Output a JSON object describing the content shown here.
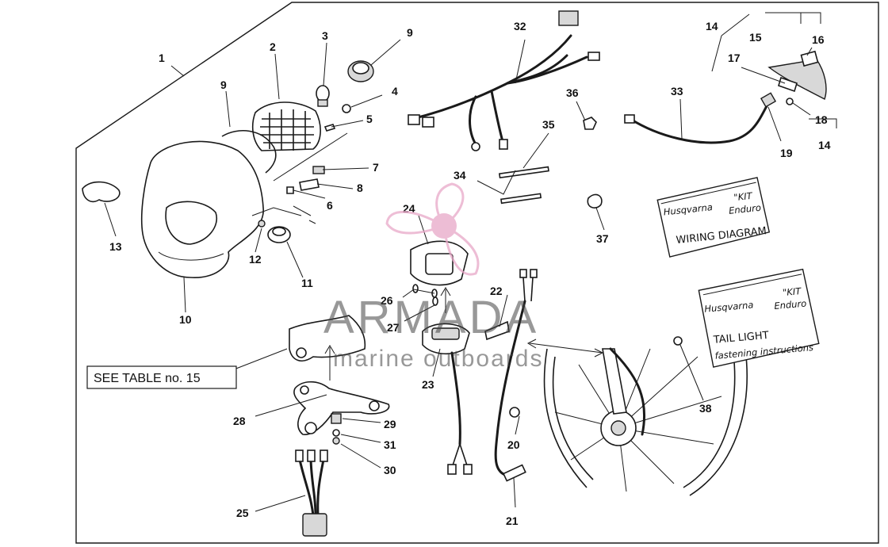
{
  "diagram": {
    "callouts": [
      "1",
      "2",
      "3",
      "4",
      "5",
      "6",
      "7",
      "8",
      "9",
      "9",
      "10",
      "11",
      "12",
      "13",
      "14",
      "14",
      "15",
      "16",
      "17",
      "18",
      "19",
      "20",
      "21",
      "22",
      "23",
      "24",
      "25",
      "26",
      "27",
      "28",
      "29",
      "30",
      "31",
      "32",
      "33",
      "34",
      "35",
      "36",
      "37",
      "38"
    ],
    "table_reference": "SEE TABLE no. 15",
    "wiring_card": {
      "brand": "Husqvarna",
      "kit": "\"KIT",
      "kit_type": "Enduro",
      "title": "WIRING DIAGRAM"
    },
    "taillight_card": {
      "brand": "Husqvarna",
      "kit": "\"KIT",
      "kit_type": "Enduro",
      "line1": "TAIL LIGHT",
      "line2": "fastening instructions"
    }
  },
  "watermark": {
    "brand": "ARMADA",
    "tagline": "marine outboards",
    "accent_color": "#e8a8c8"
  }
}
